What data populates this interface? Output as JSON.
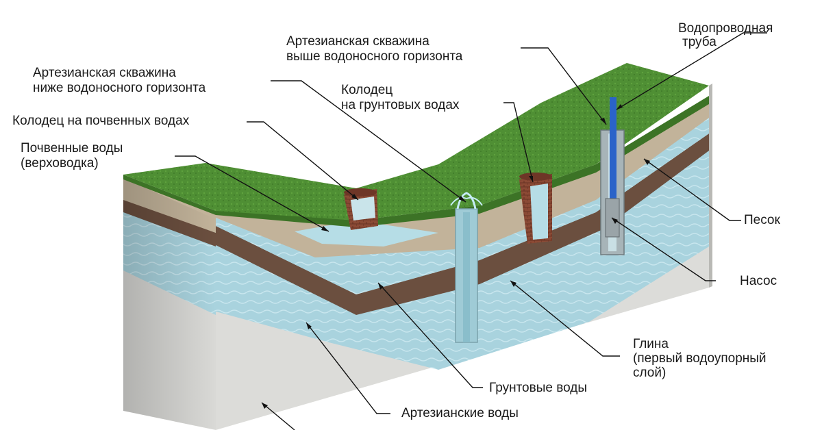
{
  "labels": {
    "artesian_above": [
      "Артезианская скважина",
      "выше водоносного горизонта"
    ],
    "artesian_below": [
      "Артезианская скважина",
      "ниже водоносного горизонта"
    ],
    "water_pipe": [
      "Водопроводная",
      "труба"
    ],
    "ground_well": [
      "Колодец",
      "на грунтовых водах"
    ],
    "soil_well": "Колодец на почвенных водах",
    "soil_water": [
      "Почвенные воды",
      "(верховодка)"
    ],
    "sand": "Песок",
    "pump": "Насос",
    "clay": [
      "Глина",
      "(первый водоупорный",
      "слой)"
    ],
    "groundwater": "Грунтовые воды",
    "artesian_water": "Артезианские воды"
  },
  "colors": {
    "grass": "#4f8f34",
    "grass_dark": "#3c7326",
    "sand": "#c2b39a",
    "clay": "#6b4f3f",
    "water": "#a8d2dc",
    "bedrock": "#d9d9d6",
    "brick": "#8b4a35",
    "pipe_blue": "#2a63c9"
  }
}
